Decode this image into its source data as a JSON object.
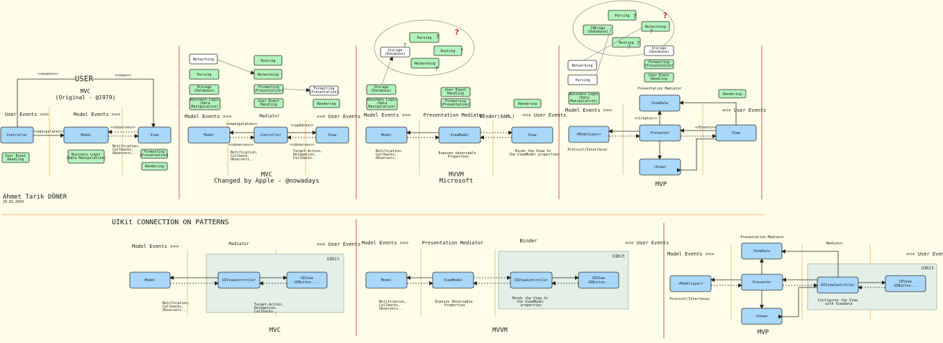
{
  "author": {
    "name": "Ahmet Tarik DÖNER",
    "date": "29.02.2024"
  },
  "legend": {
    "user_events": "User Events >>>",
    "model_events": "Model Events >>>",
    "user_events_left": "<<< User Events"
  },
  "mvc_original": {
    "user": "USER",
    "title_line1": "MVC",
    "title_line2": "(Original - @1979)",
    "events_label": "<<events>>",
    "sees_label": "<<sees>>",
    "manipulates_label": "<<manipulates>>",
    "observes_label": "<<observes>>",
    "controller": "Controller",
    "model": "Model",
    "view": "View",
    "user_event_handling": [
      "User Event",
      "Handling"
    ],
    "business_logic": [
      "Business Logic",
      "(Data Manipulation)"
    ],
    "formatting": [
      "Formatting",
      "(Presentation)"
    ],
    "rendering": "Rendering",
    "notification": [
      "Notification,",
      "Callbacks,",
      "Observers.."
    ]
  },
  "mvc_apple": {
    "title_line1": "MVC",
    "title_line2": "Changed by Apple - @nowadays",
    "mediator": "Mediator",
    "model": "Model",
    "controller": "Controller",
    "view": "View",
    "manipulates": "<<manipulates>>",
    "updates": "<<updates>>",
    "observes": "<<observes>>",
    "networking_plain": "Networking",
    "routing": "Routing",
    "parsing": "Parsing",
    "networking": "Networking",
    "storage": [
      "Storage",
      "(Database)"
    ],
    "formatting_green": [
      "Formatting",
      "(Presentation)"
    ],
    "formatting_white": [
      "Formatting",
      "(Presentation)"
    ],
    "business_logic": [
      "Business Logic",
      "(Data",
      "Manipulation)"
    ],
    "user_event_handling": [
      "User Event",
      "Handling"
    ],
    "rendering": "Rendering",
    "notification": [
      "Notification,",
      "Callback,",
      "Observers.."
    ],
    "target_action": [
      "Target-Action,",
      "Delegation,",
      "Callbacks.."
    ]
  },
  "mvvm_ms": {
    "title_line1": "MVVM",
    "title_line2": "Microsoft",
    "presentation_mediator": "Presentation Mediator",
    "binder": "Binder(XAML)",
    "model": "Model",
    "viewmodel": "ViewModel",
    "view": "View",
    "parsing": "Parsing",
    "routing": "Routing",
    "networking": "Networking",
    "storage": [
      "Storage",
      "(Database)"
    ],
    "storage_green": [
      "Storage",
      "(Database)"
    ],
    "business_logic": [
      "Business Logic",
      "(Data",
      "Manipulation)"
    ],
    "user_event_handling": [
      "User Event",
      "Handling"
    ],
    "formatting": [
      "Formatting",
      "(Presentation)"
    ],
    "rendering": "Rendering",
    "notification": [
      "Notification,",
      "Callbacks,",
      "Observers.."
    ],
    "exposes": [
      "Exposes observable",
      "Properties"
    ],
    "binds": [
      "Binds the View to",
      "the ViewModel properties"
    ]
  },
  "mvp": {
    "title": "MVP",
    "presentation_mediator": "Presentation Mediator",
    "viewdata": "ViewData",
    "presenter": "Presenter",
    "modellayer": "<ModelLayer>",
    "view_proto": "<View>",
    "view": "View",
    "creates": "<<Creates>>",
    "events": "<<Events>>",
    "protocol": "Protocol/Interfaces",
    "parsing": "Parsing",
    "storage_green": [
      "Storage",
      "(Database)"
    ],
    "networking_green": "Networking",
    "routing": "Routing",
    "networking_white": "Networking",
    "parsing_white": "Parsing",
    "storage_white": [
      "Storage",
      "(Database)"
    ],
    "business_logic": [
      "Business Logic",
      "(Data",
      "Manipulation)"
    ],
    "formatting": [
      "Formatting",
      "(Presentation)"
    ],
    "user_event_handling": [
      "User Event",
      "Handling"
    ],
    "rendering": "Rendering"
  },
  "bottom": {
    "heading": "UIKit CONNECTION ON PATTERNS",
    "uikit": "UIKit",
    "mvc": {
      "title": "MVC",
      "mediator": "Mediator",
      "model": "Model",
      "viewcontroller": "UIViewController",
      "uiview": [
        "UIView",
        "UIButton...."
      ],
      "notification": [
        "Notification,",
        "Callbacks,",
        "Observers.."
      ],
      "target_action": [
        "Target-Action,",
        "Delegation,",
        "Callbacks.."
      ]
    },
    "mvvm": {
      "title": "MVVM",
      "presentation_mediator": "Presentation Mediator",
      "binder": "Binder",
      "model": "Model",
      "viewmodel": "ViewModel",
      "viewcontroller": "UIViewController",
      "uiview": [
        "UIView",
        "UIButton.."
      ],
      "notification": [
        "Notification,",
        "Callbacks,",
        "Observers.."
      ],
      "exposes": [
        "Exposes Observable",
        "Properties"
      ],
      "binds": [
        "Binds the View to",
        "the ViewModel",
        "properties"
      ]
    },
    "mvp": {
      "title": "MVP",
      "presentation_mediator": "Presentation Mediator",
      "mediator": "Mediator",
      "viewdata": "ViewData",
      "presenter": "Presenter",
      "modellayer": "<ModelLayer>",
      "view_proto": "<View>",
      "viewcontroller": "UIViewController",
      "uiview": [
        "UIView",
        "UIButton..."
      ],
      "protocol": "Protocol/Interfaces",
      "configures": [
        "Configures the View",
        "with ViewData"
      ]
    }
  },
  "question_marks": {
    "big": "?",
    "small": "?"
  },
  "colors": {
    "background": "#fdfde9",
    "blue_box": "#a9d8fb",
    "green_box": "#b2f2bb",
    "uikit_region": "#e3efe7",
    "divider_red": "#d8525c",
    "divider_orange": "#f3b774",
    "question_red": "#d42a2a"
  }
}
